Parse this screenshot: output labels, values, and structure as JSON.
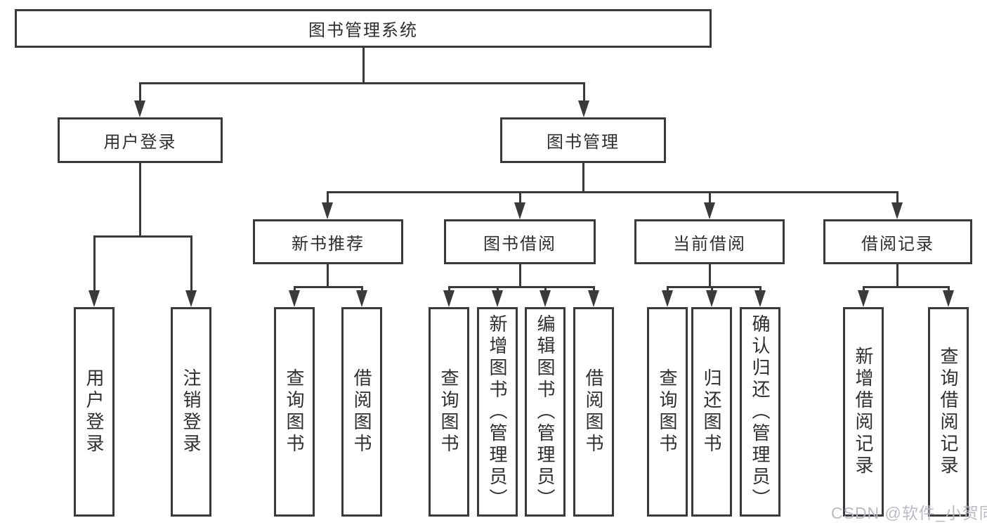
{
  "tree": {
    "label": "图书管理系统",
    "children": [
      {
        "label": "用户登录",
        "children": [
          {
            "label": "用户登录"
          },
          {
            "label": "注销登录"
          }
        ]
      },
      {
        "label": "图书管理",
        "children": [
          {
            "label": "新书推荐",
            "children": [
              {
                "label": "查询图书"
              },
              {
                "label": "借阅图书"
              }
            ]
          },
          {
            "label": "图书借阅",
            "children": [
              {
                "label": "查询图书"
              },
              {
                "label": "新增图书（管理员）"
              },
              {
                "label": "编辑图书（管理员）"
              },
              {
                "label": "借阅图书"
              }
            ]
          },
          {
            "label": "当前借阅",
            "children": [
              {
                "label": "查询图书"
              },
              {
                "label": "归还图书"
              },
              {
                "label": "确认归还（管理员）"
              }
            ]
          },
          {
            "label": "借阅记录",
            "children": [
              {
                "label": "新增借阅记录"
              },
              {
                "label": "查询借阅记录"
              }
            ]
          }
        ]
      }
    ]
  },
  "watermark": {
    "text": "CSDN @软件_小贺同学"
  },
  "colors": {
    "line": "#3a3a3a",
    "text": "#2f2f2f",
    "watermark": "#b5b9c1",
    "background": "#ffffff"
  }
}
